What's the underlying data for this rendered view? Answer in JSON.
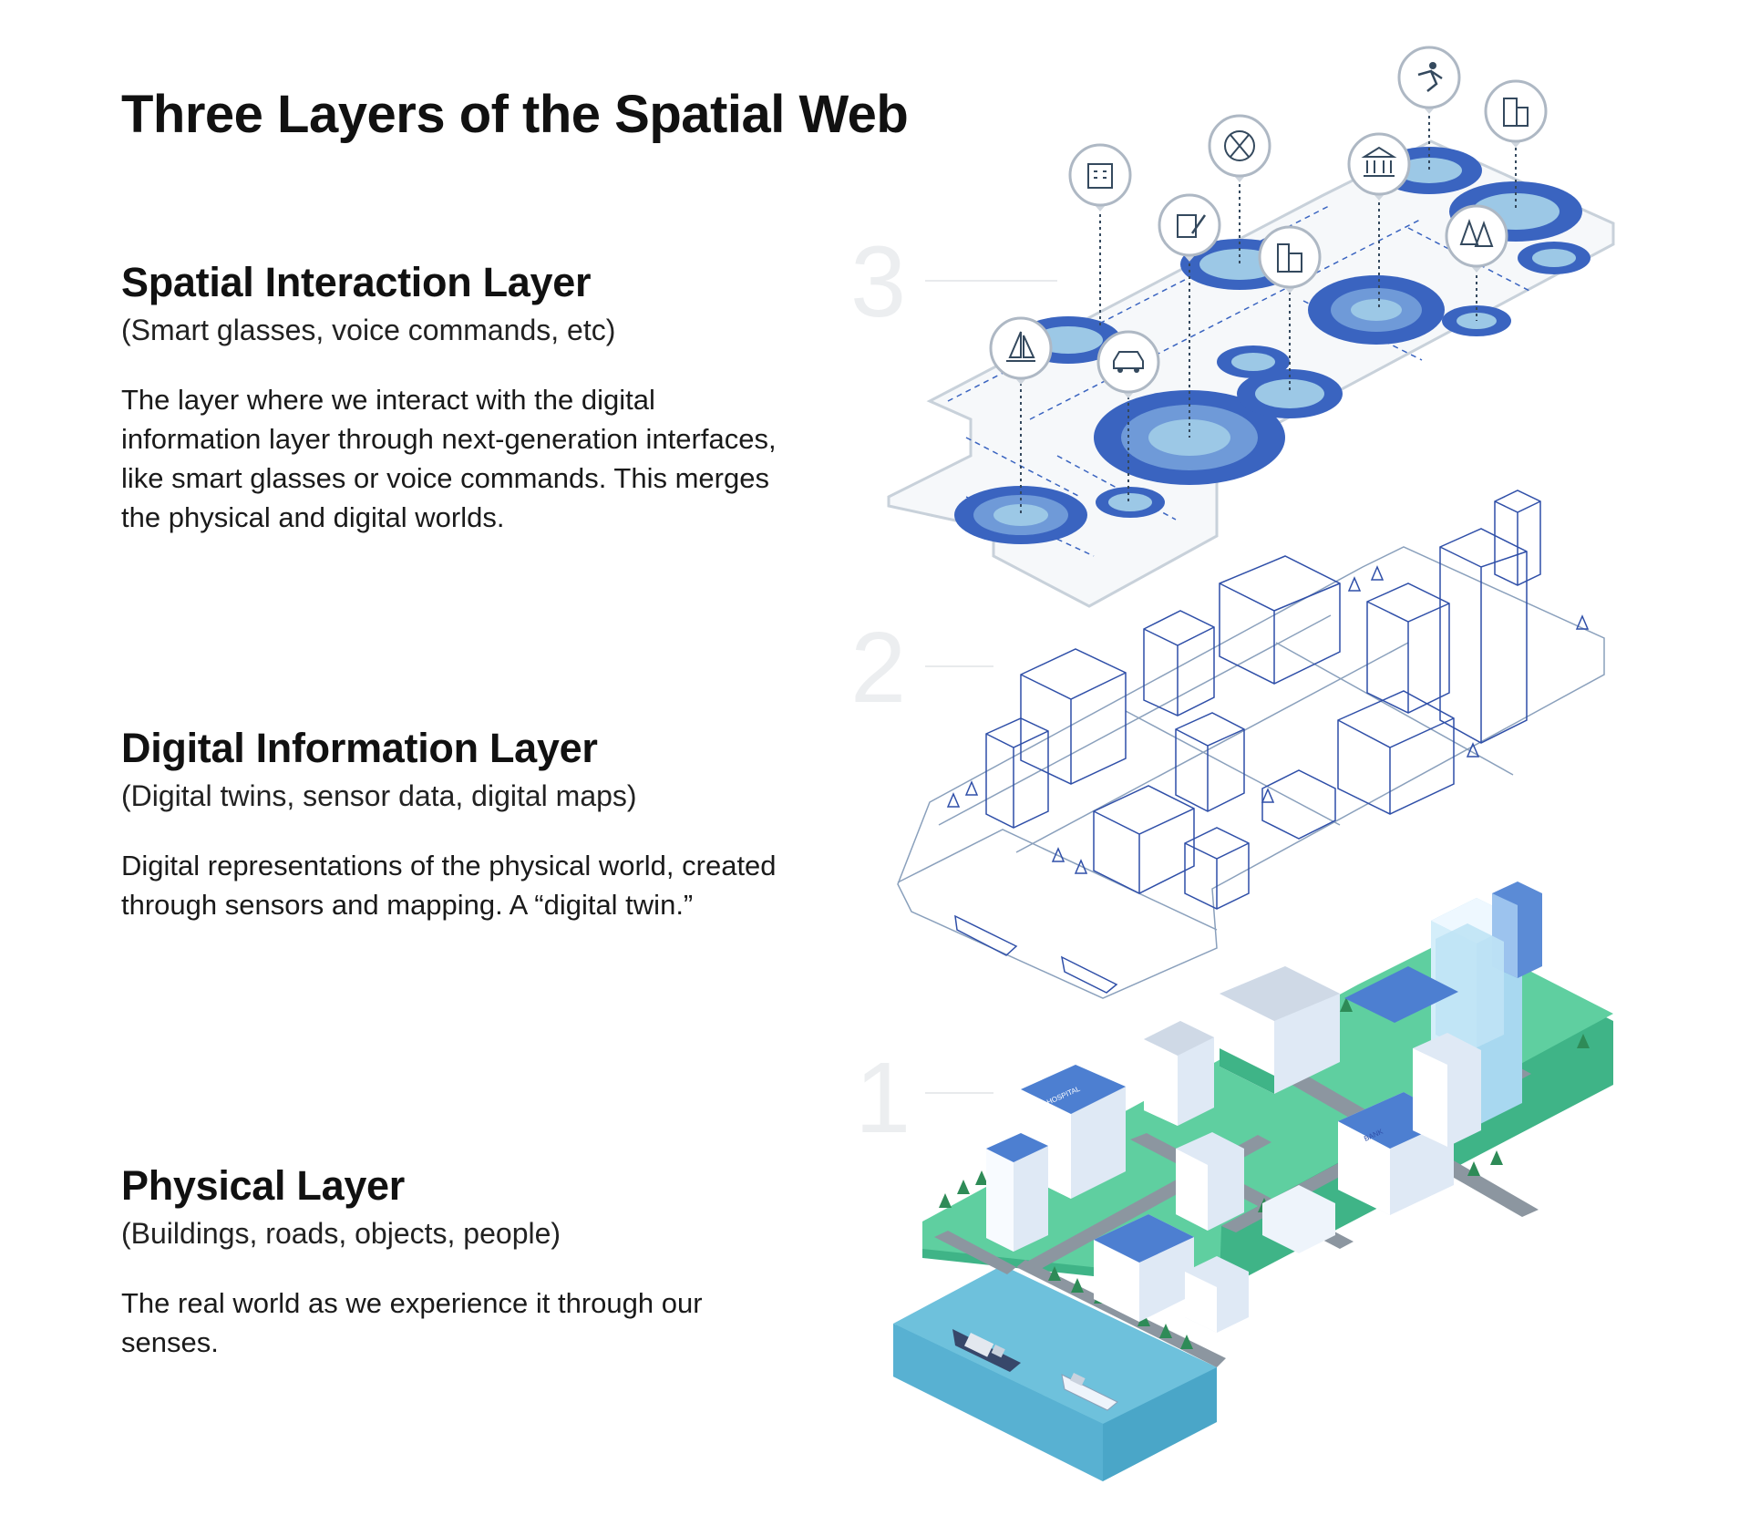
{
  "title": "Three Layers of the Spatial Web",
  "layers": [
    {
      "number": "3",
      "name": "Spatial Interaction Layer",
      "examples": "(Smart glasses, voice commands, etc)",
      "description": "The layer where we interact with the digital information layer through next-generation interfaces, like smart glasses or voice commands. This merges the physical and digital worlds."
    },
    {
      "number": "2",
      "name": "Digital Information Layer",
      "examples": "(Digital twins, sensor data, digital maps)",
      "description": "Digital representations of the physical world, created through sensors and mapping. A “digital twin.”"
    },
    {
      "number": "1",
      "name": "Physical Layer",
      "examples": "(Buildings, roads, objects, people)",
      "description": "The real world as we experience it through our senses."
    }
  ],
  "sign_labels": {
    "hospital": "HOSPITAL",
    "bank": "BANK"
  },
  "pin_icons": [
    "hospital-icon",
    "restaurant-icon",
    "athlete-icon",
    "office-building-icon",
    "school-grade-icon",
    "bank-icon",
    "apartment-icon",
    "forest-icon",
    "sailboat-icon",
    "car-icon"
  ],
  "colors": {
    "interaction_blue": "#3a64c0",
    "interaction_light": "#9cc8e6",
    "wireframe_blue": "#2f4fa8",
    "ground_green": "#5fcfa0",
    "water_blue": "#6ec1dc",
    "building_white": "#eef4fb",
    "road_gray": "#8c96a0"
  }
}
